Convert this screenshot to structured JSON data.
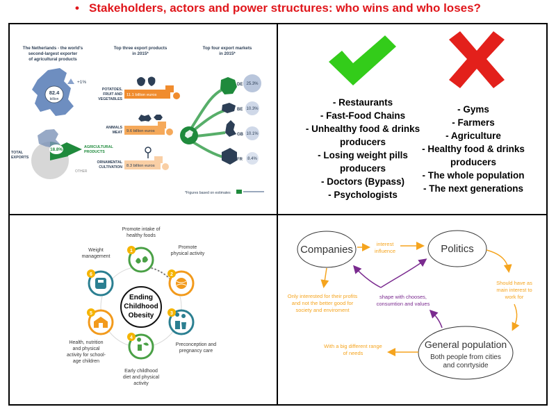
{
  "title": "Stakeholders, actors  and power structures: who wins and who loses?",
  "netherlands": {
    "heading": [
      "The Netherlands - the world's",
      "second-largest exporter",
      "of agricultural products"
    ],
    "growth": "+1%",
    "value": "82.4",
    "value_unit": "billion",
    "share": "18.8%",
    "agri_label": [
      "AGRICULTURAL",
      "PRODUCTS"
    ],
    "total_label": [
      "TOTAL",
      "EXPORTS"
    ],
    "other_label": "OTHER",
    "products_heading": [
      "Top three export products",
      "in 2015*"
    ],
    "products": [
      {
        "name": [
          "POTATOES,",
          "FRUIT AND",
          "VEGETABLES"
        ],
        "value": "11.1 billion euros"
      },
      {
        "name": [
          "ANIMALS",
          "MEAT"
        ],
        "value": "9.6 billion euros"
      },
      {
        "name": [
          "ORNAMENTAL",
          "CULTIVATION"
        ],
        "value": "8.3 billion euros"
      }
    ],
    "markets_heading": [
      "Top four export markets",
      "in 2015*"
    ],
    "markets": [
      {
        "code": "DE",
        "share": "25.3%"
      },
      {
        "code": "BE",
        "share": "10.3%"
      },
      {
        "code": "GB",
        "share": "10.1%"
      },
      {
        "code": "FR",
        "share": "8.4%"
      }
    ],
    "footnote": "*Figures based on estimates"
  },
  "winners": [
    "- Restaurants",
    "- Fast-Food Chains",
    "- Unhealthy food & drinks",
    "producers",
    "- Losing weight pills",
    "producers",
    "- Doctors (Bypass)",
    "- Psychologists"
  ],
  "losers": [
    "- Gyms",
    "- Farmers",
    "- Agriculture",
    "- Healthy food & drinks",
    "producers",
    "- The whole population",
    "- The next generations"
  ],
  "colors": {
    "check": "#33cc1a",
    "cross": "#e3201b",
    "orange": "#f5a41e",
    "purple": "#7a2a8f",
    "green": "#1f8a3c",
    "teal": "#2b7f91"
  },
  "obesity": {
    "center": [
      "Ending",
      "Childhood",
      "Obesity"
    ],
    "items": [
      {
        "num": "1",
        "label": [
          "Promote intake of",
          "healthy foods"
        ]
      },
      {
        "num": "2",
        "label": [
          "Promote",
          "physical activity"
        ]
      },
      {
        "num": "3",
        "label": [
          "Preconception and",
          "pregnancy care"
        ]
      },
      {
        "num": "4",
        "label": [
          "Early childhood",
          "diet and physical",
          "activity"
        ]
      },
      {
        "num": "5",
        "label": [
          "Health, nutrition",
          "and physical",
          "activity for school-",
          "age children"
        ]
      },
      {
        "num": "6",
        "label": [
          "Weight",
          "management"
        ]
      }
    ]
  },
  "powermap": {
    "companies": "Companies",
    "politics": "Politics",
    "population": [
      "General population",
      "Both people from cities",
      "and conrtyside"
    ],
    "interest": [
      "interest",
      "influence"
    ],
    "companies_note": [
      "Only interested for their profits",
      "and not the better good for",
      "society and enviroment"
    ],
    "shape": [
      "shape with chooses,",
      "consumtion and values"
    ],
    "politics_note": [
      "Should have as",
      "main interest to",
      "work for"
    ],
    "range": [
      "With a big different range",
      "of needs"
    ]
  }
}
